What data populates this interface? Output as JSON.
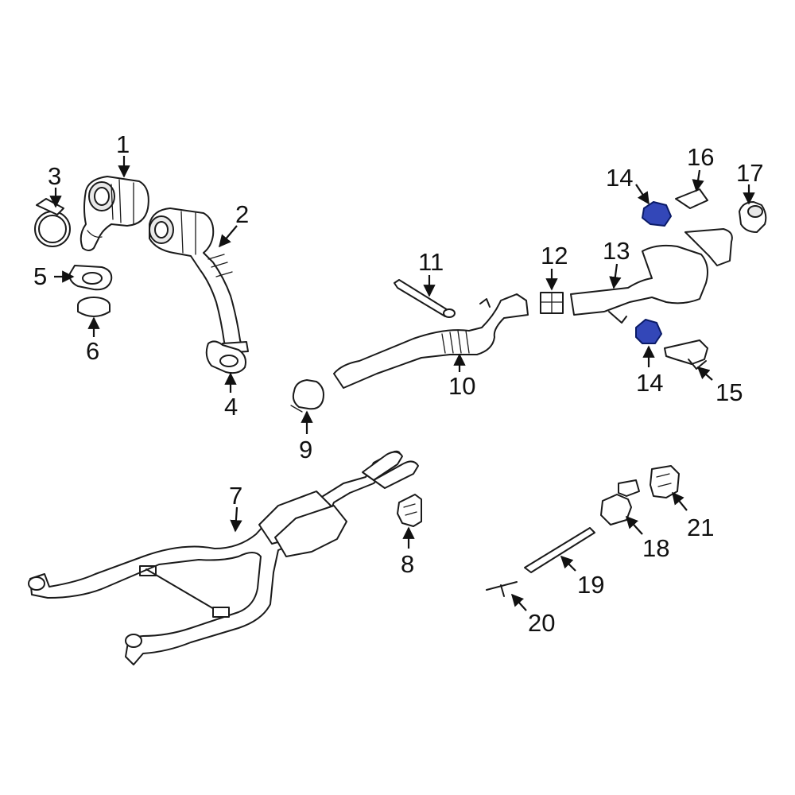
{
  "callouts": [
    {
      "id": "c1",
      "text": "1"
    },
    {
      "id": "c2",
      "text": "2"
    },
    {
      "id": "c3",
      "text": "3"
    },
    {
      "id": "c4",
      "text": "4"
    },
    {
      "id": "c5",
      "text": "5"
    },
    {
      "id": "c6",
      "text": "6"
    },
    {
      "id": "c7",
      "text": "7"
    },
    {
      "id": "c8",
      "text": "8"
    },
    {
      "id": "c9",
      "text": "9"
    },
    {
      "id": "c10",
      "text": "10"
    },
    {
      "id": "c11",
      "text": "11"
    },
    {
      "id": "c12",
      "text": "12"
    },
    {
      "id": "c13",
      "text": "13"
    },
    {
      "id": "c14a",
      "text": "14"
    },
    {
      "id": "c14b",
      "text": "14"
    },
    {
      "id": "c15",
      "text": "15"
    },
    {
      "id": "c16",
      "text": "16"
    },
    {
      "id": "c17",
      "text": "17"
    },
    {
      "id": "c18",
      "text": "18"
    },
    {
      "id": "c19",
      "text": "19"
    },
    {
      "id": "c20",
      "text": "20"
    },
    {
      "id": "c21",
      "text": "21"
    }
  ],
  "highlight_color": "#3347b8",
  "highlighted_part": "14"
}
